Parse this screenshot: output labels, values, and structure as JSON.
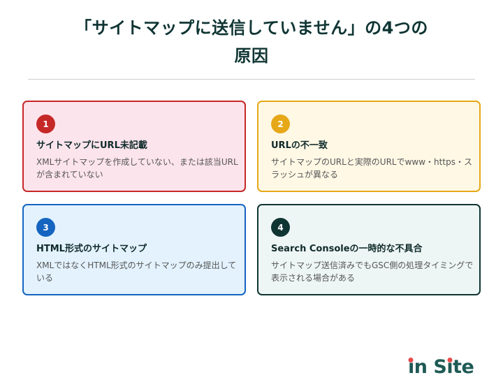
{
  "header": {
    "title_line1": "「サイトマップに送信していません」の4つの",
    "title_line2": "原因"
  },
  "cards": [
    {
      "number": "1",
      "title": "サイトマップにURL未記載",
      "description": "XMLサイトマップを作成していない、または該当URLが含まれていない",
      "colors": {
        "border": "#c62828",
        "background": "#fce4ec",
        "badge": "#c62828"
      }
    },
    {
      "number": "2",
      "title": "URLの不一致",
      "description": "サイトマップのURLと実際のURLでwww・https・スラッシュが異なる",
      "colors": {
        "border": "#e6a817",
        "background": "#fff8e5",
        "badge": "#e6a817"
      }
    },
    {
      "number": "3",
      "title": "HTML形式のサイトマップ",
      "description": "XMLではなくHTML形式のサイトマップのみ提出している",
      "colors": {
        "border": "#1565c0",
        "background": "#e3f2fd",
        "badge": "#1565c0"
      }
    },
    {
      "number": "4",
      "title": "Search Consoleの一時的な不具合",
      "description": "サイトマップ送信済みでもGSC側の処理タイミングで表示される場合がある",
      "colors": {
        "border": "#0f3533",
        "background": "#eef6f5",
        "badge": "#0f3533"
      }
    }
  ],
  "logo": {
    "part1_i": "i",
    "part1_rest": "n ",
    "part2_S": "S",
    "part2_i": "i",
    "part2_rest": "te"
  }
}
